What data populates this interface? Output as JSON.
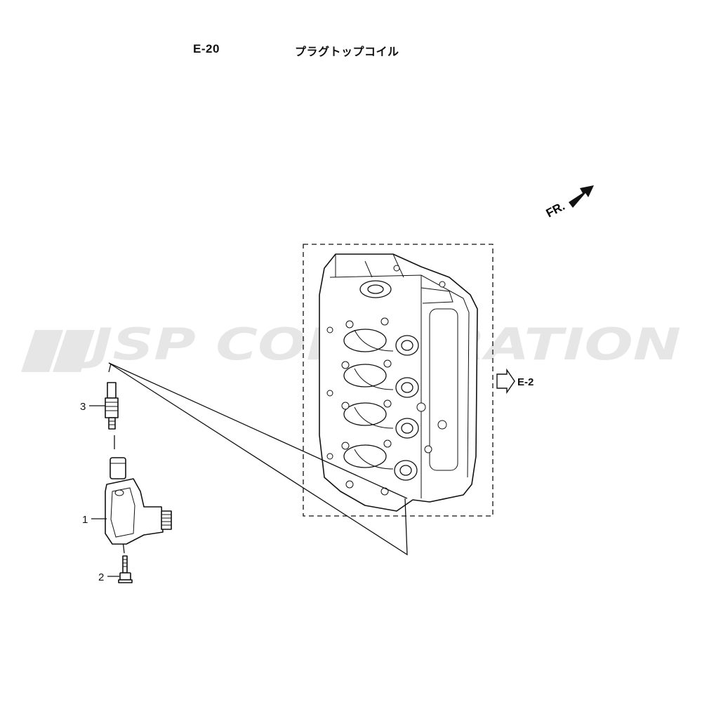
{
  "header": {
    "page_code": "E-20",
    "page_title": "プラグトップコイル"
  },
  "watermark": {
    "text": "JSP CORPORATION",
    "color": "#e6e6e6"
  },
  "direction_indicator": {
    "label": "FR."
  },
  "reference": {
    "label": "E-2"
  },
  "callouts": [
    {
      "number": "1"
    },
    {
      "number": "2"
    },
    {
      "number": "3"
    }
  ]
}
